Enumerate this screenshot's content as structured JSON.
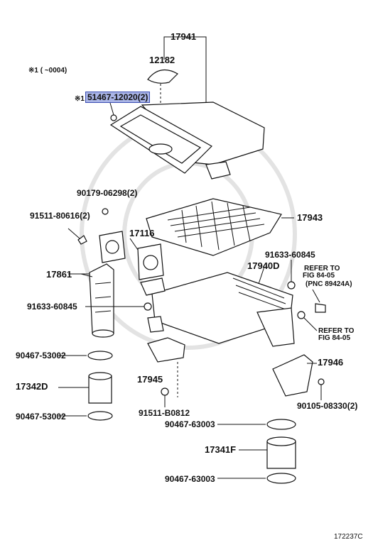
{
  "parts": {
    "p17941": "17941",
    "p12182": "12182",
    "note1": "※1 (      ~0004)",
    "note1_marker": "※1",
    "p51467": "51467-12020(2)",
    "p90179": "90179-06298(2)",
    "p91511a": "91511-80616(2)",
    "p17943": "17943",
    "p17116": "17116",
    "p91633a": "91633-60845",
    "p17861": "17861",
    "p17940d": "17940D",
    "refer1_line1": "REFER TO",
    "refer1_line2": "FIG 84-05",
    "refer1_line3": "(PNC 89424A)",
    "p91633b": "91633-60845",
    "refer2_line1": "REFER TO",
    "refer2_line2": "FIG 84-05",
    "p90467a": "90467-53002",
    "p17946": "17946",
    "p17342d": "17342D",
    "p17945": "17945",
    "p90105": "90105-08330(2)",
    "p90467b": "90467-53002",
    "p91511b": "91511-B0812",
    "p90467c": "90467-63003",
    "p17341f": "17341F",
    "p90467d": "90467-63003",
    "figure_code": "172237C"
  }
}
